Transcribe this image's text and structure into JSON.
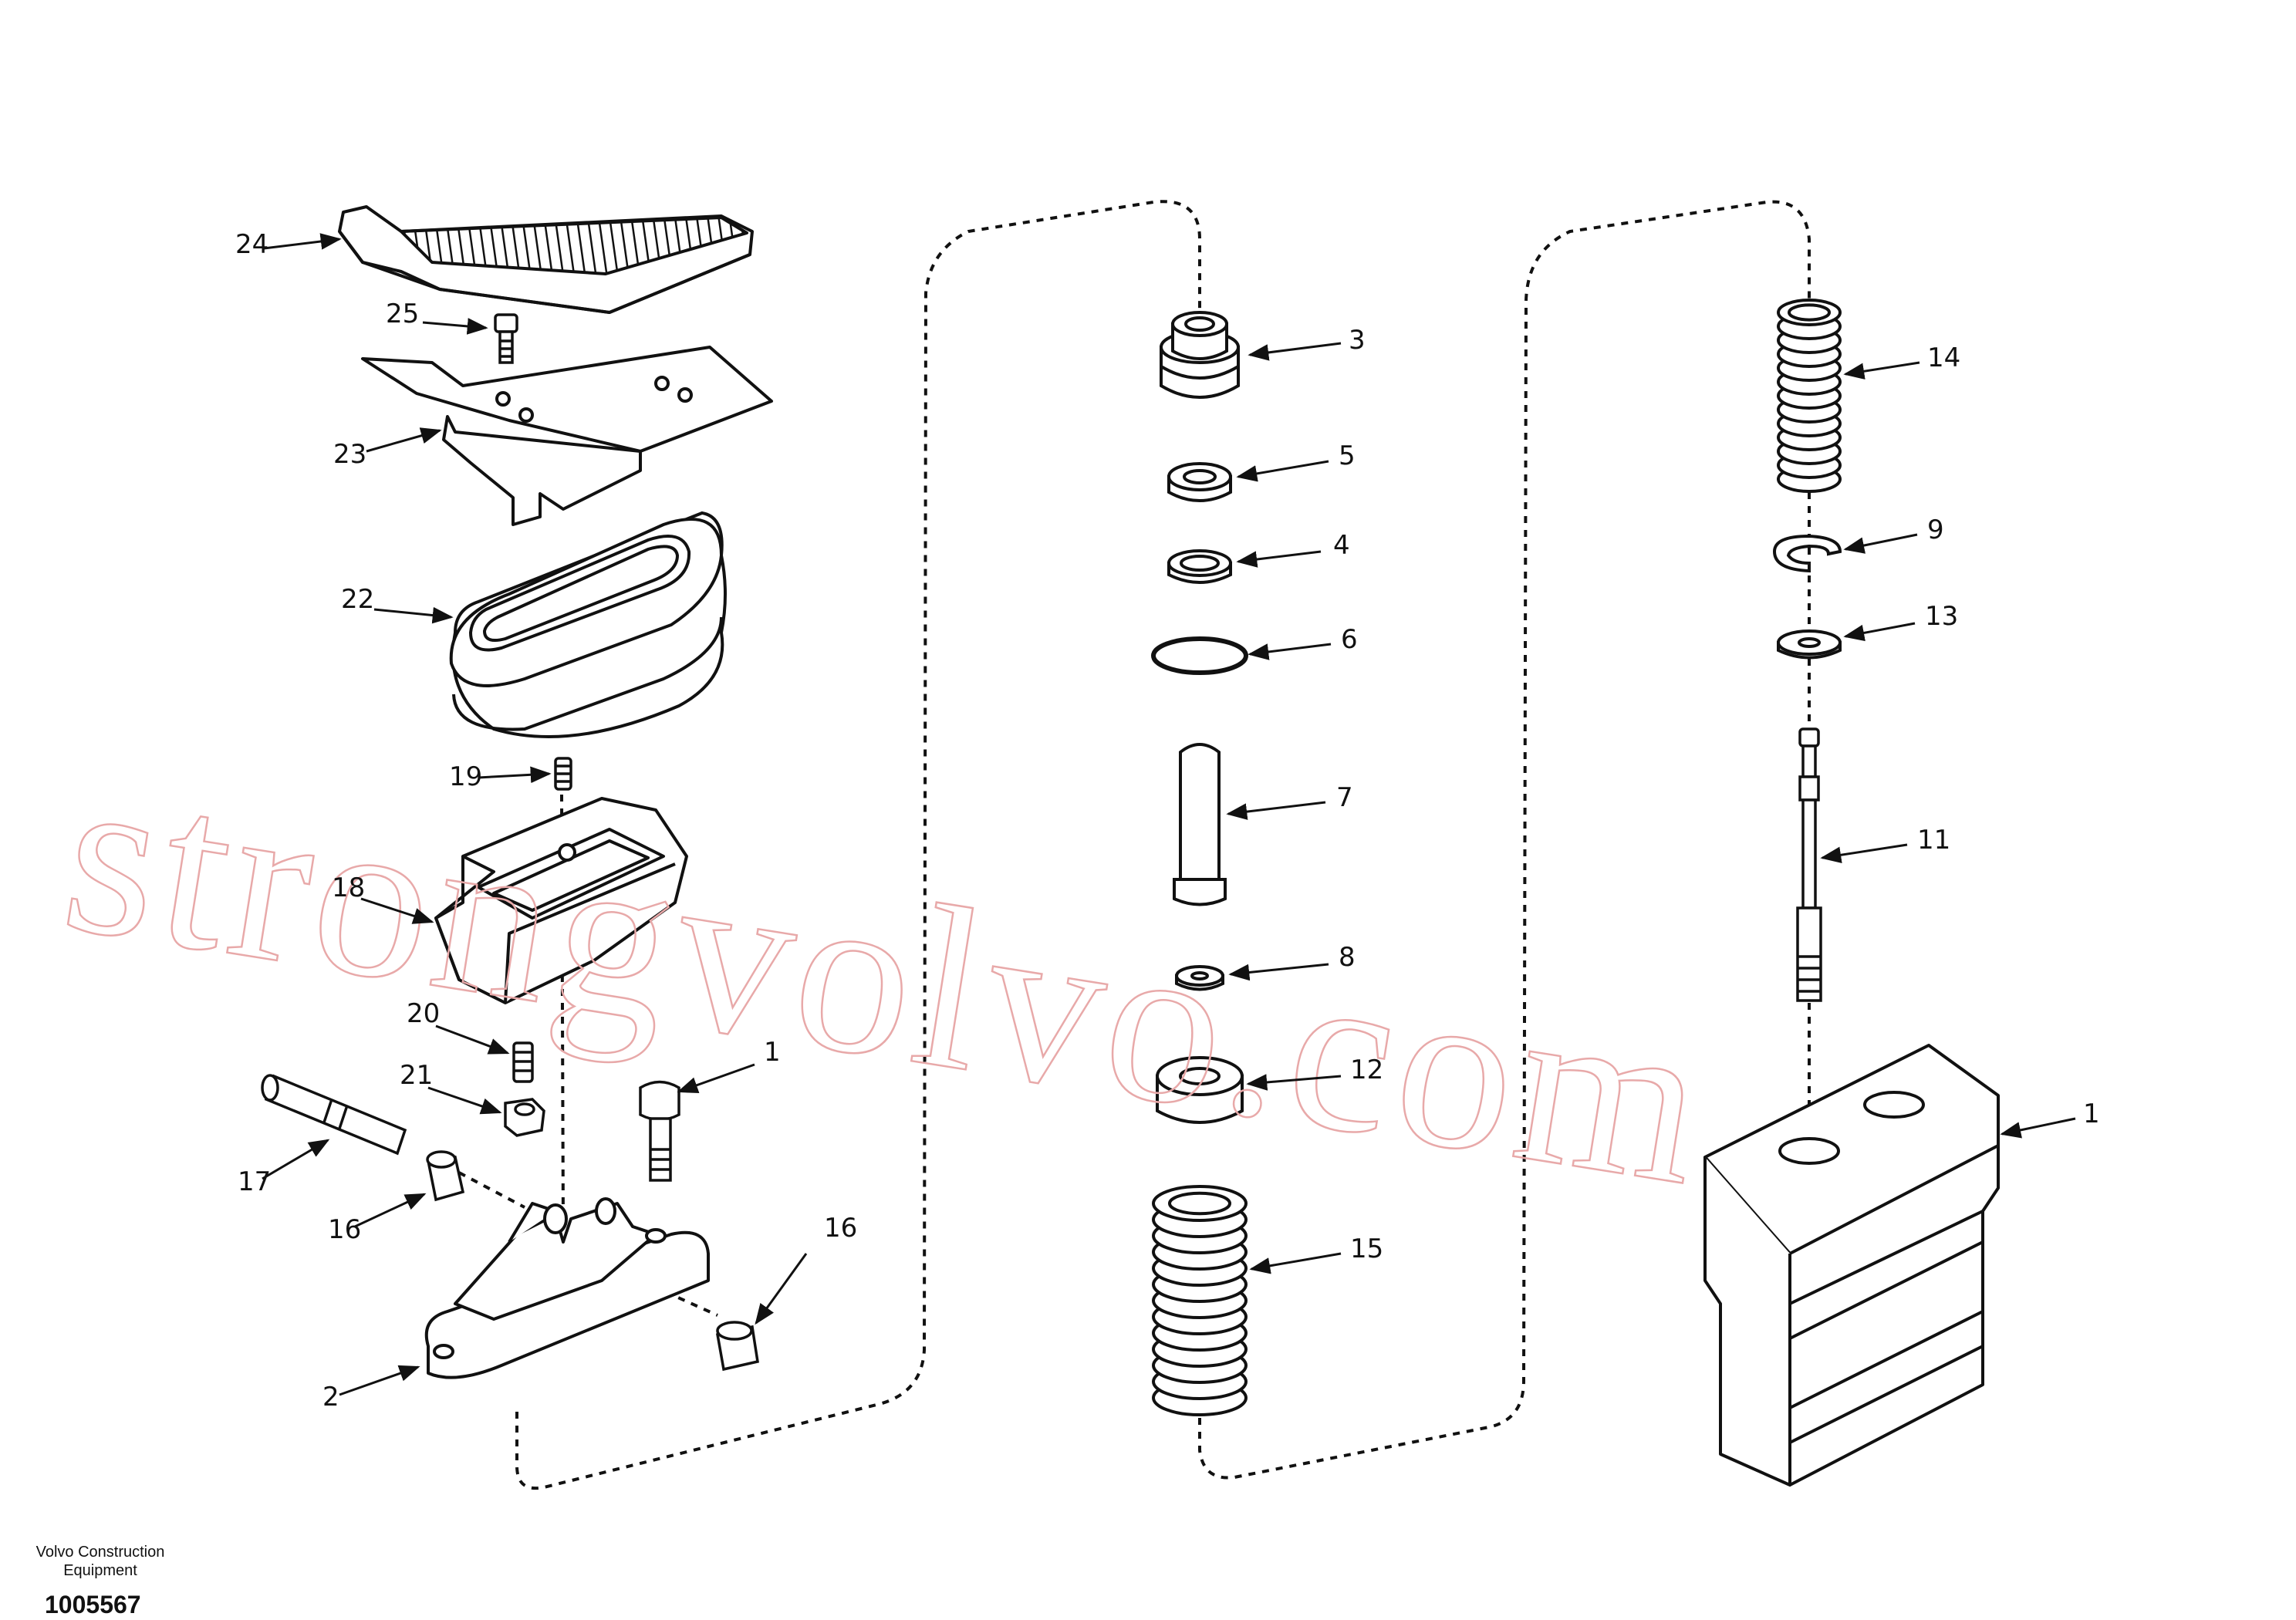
{
  "diagram": {
    "watermark": "strongvolvo.com",
    "footer": {
      "company_line1": "Volvo Construction",
      "company_line2": "Equipment",
      "document_number": "1005567"
    },
    "callouts": [
      {
        "id": "c24",
        "label": "24"
      },
      {
        "id": "c25",
        "label": "25"
      },
      {
        "id": "c23",
        "label": "23"
      },
      {
        "id": "c22",
        "label": "22"
      },
      {
        "id": "c19",
        "label": "19"
      },
      {
        "id": "c18",
        "label": "18"
      },
      {
        "id": "c20",
        "label": "20"
      },
      {
        "id": "c21",
        "label": "21"
      },
      {
        "id": "c10",
        "label": "1"
      },
      {
        "id": "c17",
        "label": "17"
      },
      {
        "id": "c16a",
        "label": "16"
      },
      {
        "id": "c16b",
        "label": "16"
      },
      {
        "id": "c2",
        "label": "2"
      },
      {
        "id": "c3",
        "label": "3"
      },
      {
        "id": "c5",
        "label": "5"
      },
      {
        "id": "c4",
        "label": "4"
      },
      {
        "id": "c6",
        "label": "6"
      },
      {
        "id": "c7",
        "label": "7"
      },
      {
        "id": "c8",
        "label": "8"
      },
      {
        "id": "c12",
        "label": "12"
      },
      {
        "id": "c15",
        "label": "15"
      },
      {
        "id": "c14",
        "label": "14"
      },
      {
        "id": "c9",
        "label": "9"
      },
      {
        "id": "c13",
        "label": "13"
      },
      {
        "id": "c11",
        "label": "11"
      },
      {
        "id": "c1",
        "label": "1"
      }
    ]
  }
}
